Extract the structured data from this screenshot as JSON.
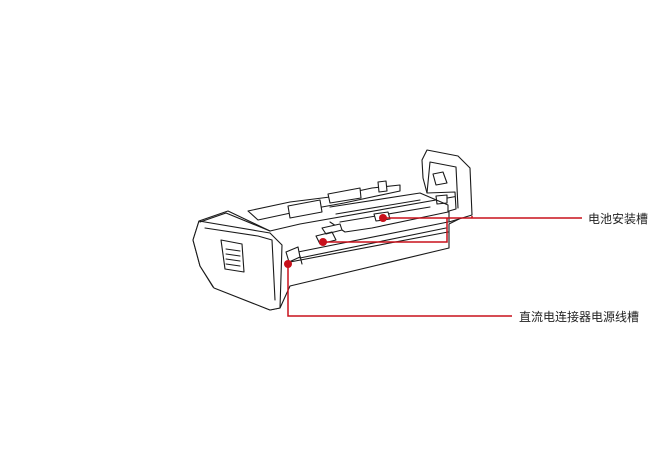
{
  "callouts": [
    {
      "id": "slot",
      "label": "电池安装槽"
    },
    {
      "id": "cable",
      "label": "直流电连接器电源线槽"
    }
  ],
  "colors": {
    "leader": "#c8101b",
    "outline": "#1a1a1a",
    "fill": "#ffffff",
    "label_text": "#222222"
  }
}
